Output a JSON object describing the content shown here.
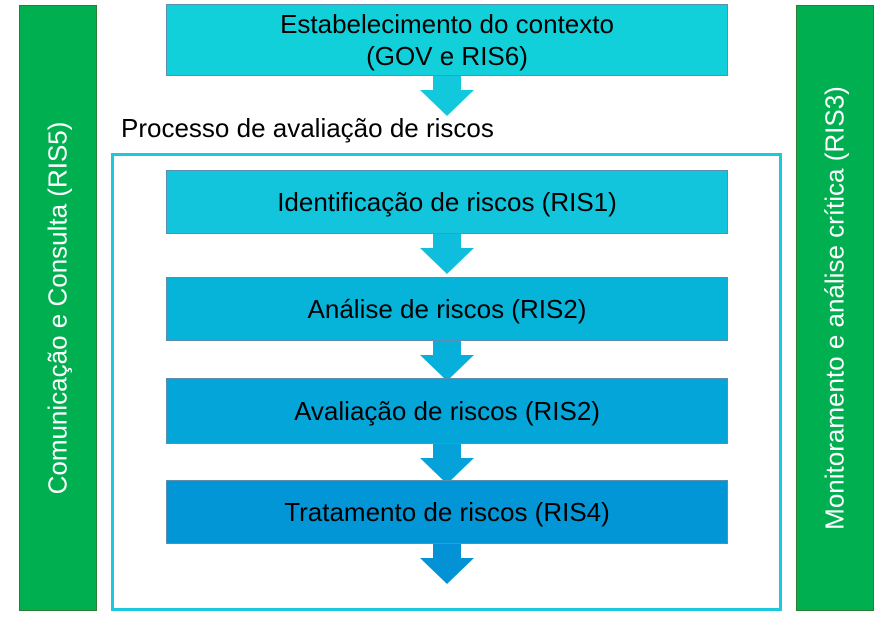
{
  "left_bar": {
    "label": "Comunicação e Consulta (RIS5)",
    "color": "#00b050"
  },
  "right_bar": {
    "label": "Monitoramento e análise crítica (RIS3)",
    "color": "#00b050"
  },
  "context_box": {
    "line1": "Estabelecimento do contexto",
    "line2": "(GOV e RIS6)",
    "color": "#12d0da"
  },
  "process": {
    "title": "Processo de avaliação de riscos",
    "frame_color": "#1ec8dc",
    "steps": [
      {
        "label": "Identificação de riscos (RIS1)",
        "color": "#12c4dc"
      },
      {
        "label": "Análise de riscos (RIS2)",
        "color": "#06b4da"
      },
      {
        "label": "Avaliação de riscos (RIS2)",
        "color": "#04a6d9"
      },
      {
        "label": "Tratamento de riscos (RIS4)",
        "color": "#0396d6"
      }
    ]
  }
}
